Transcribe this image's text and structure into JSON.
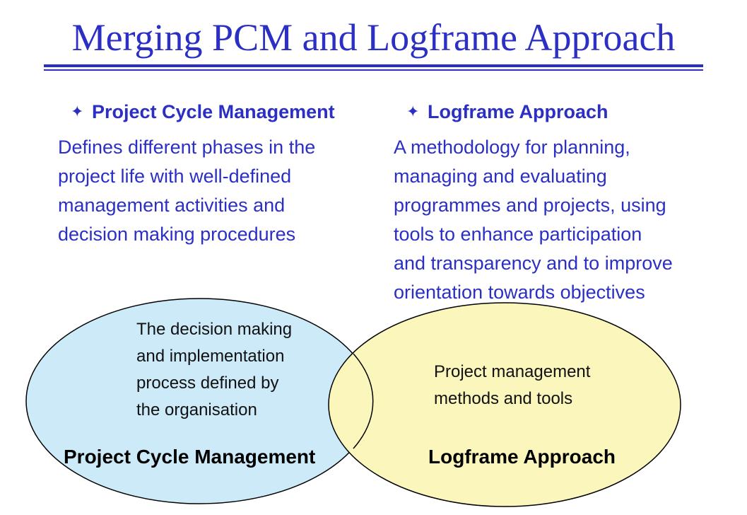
{
  "title": "Merging PCM and Logframe Approach",
  "colors": {
    "accent": "#2b2fc4",
    "pcm_fill": "#cdeaf9",
    "lfa_fill": "#fbf6bb",
    "outline": "#000000"
  },
  "bullet_icon": "four-pointed-star-icon",
  "left_column": {
    "heading": "Project Cycle Management",
    "body_lines": [
      "Defines different phases in the",
      "project life with well-defined",
      "management activities and",
      "decision making procedures"
    ]
  },
  "right_column": {
    "heading": "Logframe Approach",
    "body_lines": [
      "A methodology for planning,",
      "managing and evaluating",
      "programmes and projects, using",
      "tools to enhance participation",
      "and transparency and to improve",
      "orientation towards objectives"
    ]
  },
  "venn": {
    "pcm": {
      "label": "Project Cycle Management",
      "text_lines": [
        "The decision making",
        "and implementation",
        "process defined by",
        "the organisation"
      ]
    },
    "lfa": {
      "label": "Logframe Approach",
      "text_lines": [
        "Project management",
        "methods and tools"
      ]
    }
  }
}
